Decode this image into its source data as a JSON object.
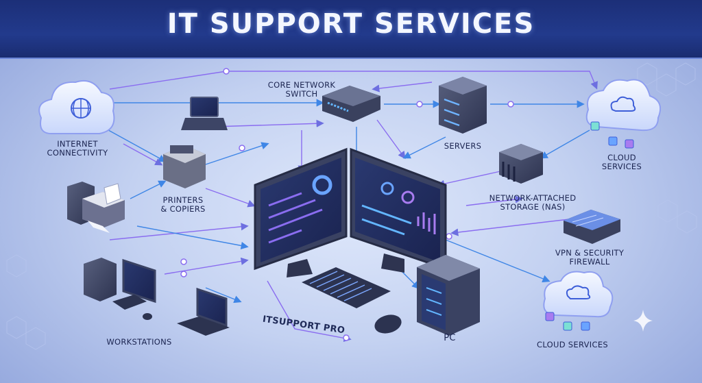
{
  "title": "IT SUPPORT SERVICES",
  "nodes": {
    "core_switch": {
      "line1": "CORE NETWORK",
      "line2": "SWITCH"
    },
    "internet": {
      "line1": "INTERNET",
      "line2": "CONNECTIVITY"
    },
    "servers": {
      "line1": "SERVERS"
    },
    "cloud_top": {
      "line1": "CLOUD",
      "line2": "SERVICES"
    },
    "printers": {
      "line1": "PRINTERS",
      "line2": "& COPIERS"
    },
    "nas": {
      "line1": "NETWORK-ATTACHED",
      "line2": "STORAGE (NAS)"
    },
    "vpn": {
      "line1": "VPN & SECURITY",
      "line2": "FIREWALL"
    },
    "workstations": {
      "line1": "WORKSTATIONS"
    },
    "brand": {
      "line1": "ITSUPPORT PRO"
    },
    "pc": {
      "line1": "PC"
    },
    "cloud_bottom": {
      "line1": "CLOUD SERVICES"
    }
  },
  "colors": {
    "header": "#1c2f78",
    "accent": "#8a5cf0",
    "link": "#4a86e8"
  }
}
